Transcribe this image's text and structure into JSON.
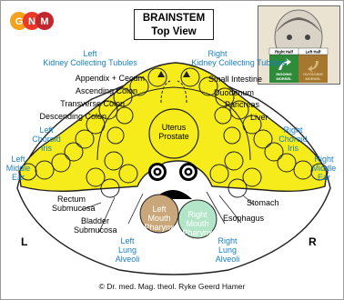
{
  "logo": {
    "letters": [
      "G",
      "N",
      "M"
    ],
    "colors": [
      "#f5a11c",
      "#e9392a",
      "#c2272d"
    ]
  },
  "title": {
    "line1": "BRAINSTEM",
    "line2": "Top View"
  },
  "labels": {
    "left_kidney": [
      "Left",
      "Kidney Collecting Tubules"
    ],
    "right_kidney": [
      "Right",
      "Kidney Collecting Tubules"
    ],
    "appendix": "Appendix + Cecum",
    "small_intestine": "Small Intestine",
    "ascending_colon": "Ascending Colon",
    "duodenum": "Duodenum",
    "transverse_colon": "Transverse Colon",
    "pancreas": "Pancreas",
    "descending_colon": "Descending Colon",
    "liver": "Liver",
    "left_choroid": [
      "Left",
      "Choroid",
      "Iris"
    ],
    "right_choroid": [
      "Right",
      "Choroid",
      "Iris"
    ],
    "left_middle_ear": [
      "Left",
      "Middle",
      "Ear"
    ],
    "right_middle_ear": [
      "Right",
      "Middle",
      "Ear"
    ],
    "uterus": [
      "Uterus",
      "Prostate"
    ],
    "rectum": [
      "Rectum",
      "Submucosa"
    ],
    "bladder": [
      "Bladder",
      "Submucosa"
    ],
    "stomach": "Stomach",
    "esophagus": "Esophagus",
    "left_mouth": [
      "Left",
      "Mouth",
      "Pharynx"
    ],
    "right_mouth": [
      "Right",
      "Mouth",
      "Pharynx"
    ],
    "left_lung": [
      "Left",
      "Lung",
      "Alveoli"
    ],
    "right_lung": [
      "Right",
      "Lung",
      "Alveoli"
    ],
    "side_left": "L",
    "side_right": "R"
  },
  "inset": {
    "right_half": "Right Half",
    "left_half": "Left Half",
    "ingoing": [
      "INGOING",
      "MORSEL"
    ],
    "outgoing": [
      "OUTGOING",
      "MORSEL"
    ]
  },
  "credit": "© Dr. med. Mag. theol. Ryke Geerd Hamer",
  "colors": {
    "brainstem_fill": "#f7ec1b",
    "brainstem_stroke": "#222222",
    "label_blue": "#1a7fc0",
    "left_mouth_fill": "#c9a77a",
    "right_mouth_fill": "#b3e6c8",
    "inset_green": "#2e8b3a",
    "inset_brown": "#a6772f"
  }
}
